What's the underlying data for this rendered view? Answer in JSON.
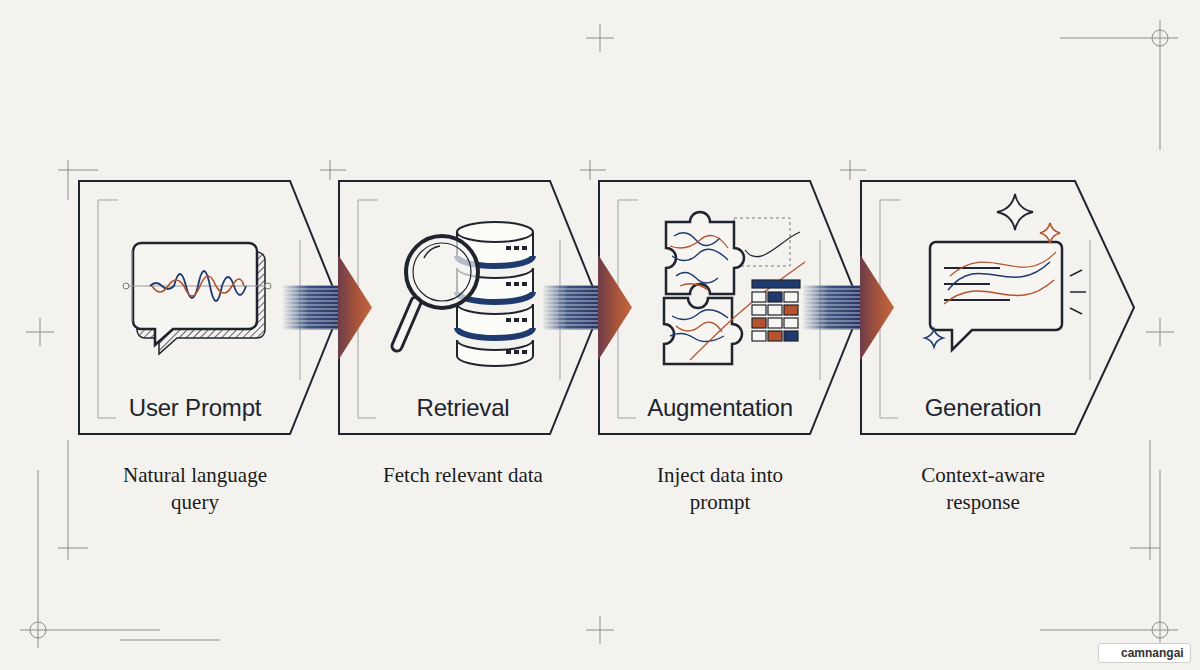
{
  "diagram": {
    "nodes": [
      {
        "text": [
          "User Prompt",
          "Natural language query"
        ]
      },
      {
        "text": [
          "Retrieval",
          "Fetch relevant data"
        ]
      },
      {
        "text": [
          "Augmentation",
          "Inject data into prompt"
        ]
      },
      {
        "text": [
          "Generation",
          "Context-aware response"
        ]
      }
    ],
    "edges": [
      {
        "from": 0,
        "to": 1,
        "arrow": "to"
      },
      {
        "from": 1,
        "to": 2,
        "arrow": "to"
      },
      {
        "from": 2,
        "to": 3,
        "arrow": "to"
      }
    ],
    "labels": [
      "camnangai"
    ]
  }
}
